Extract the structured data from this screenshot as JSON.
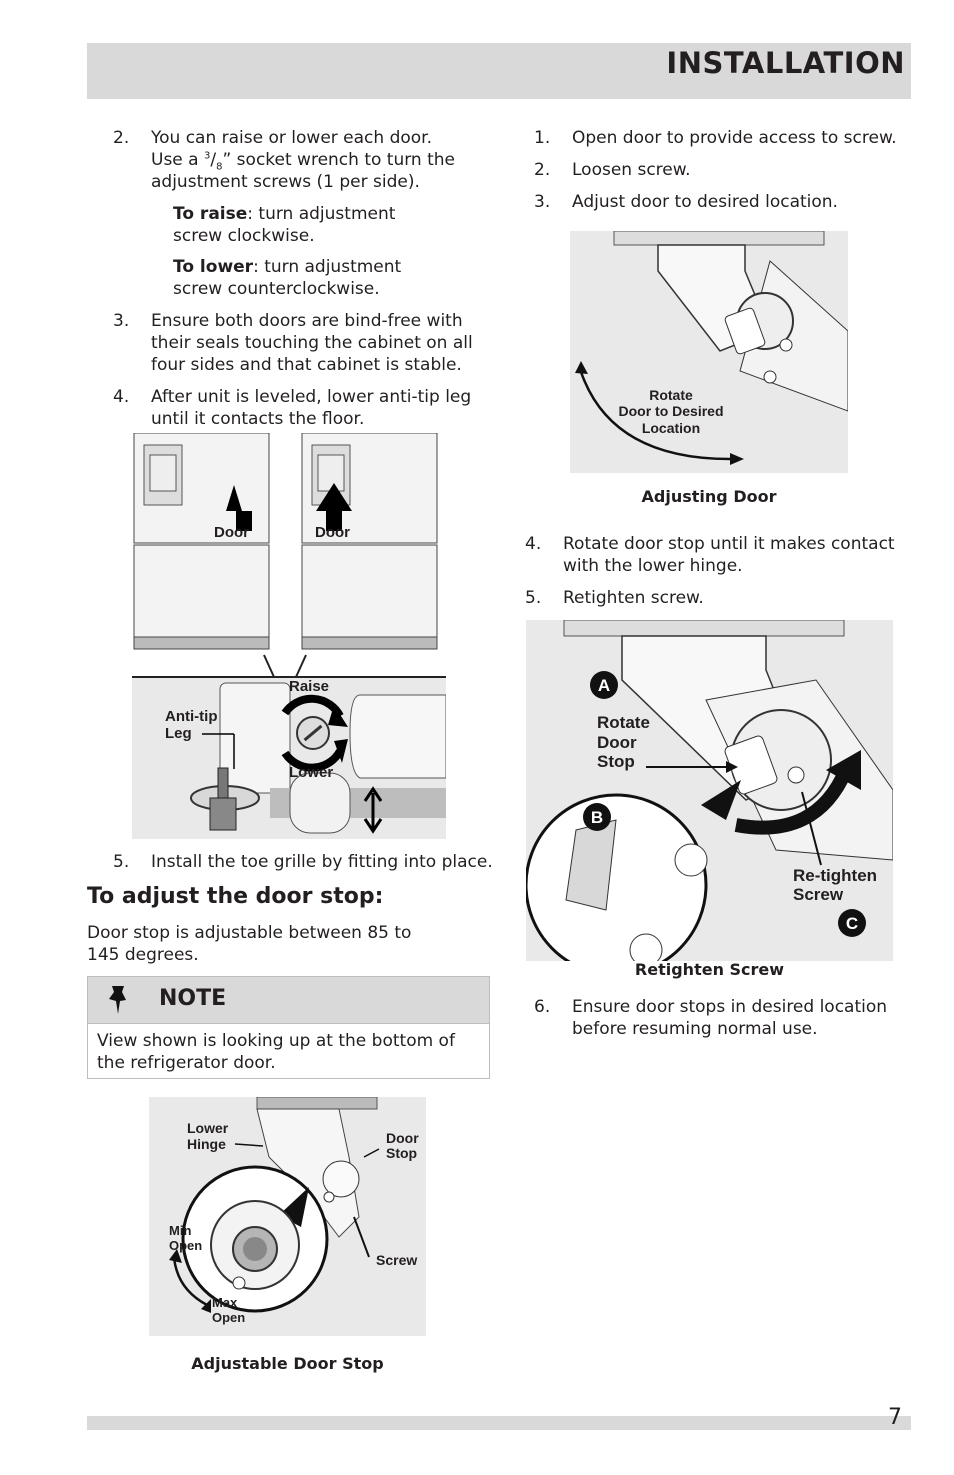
{
  "header": {
    "title": "INSTALLATION"
  },
  "left_steps": [
    {
      "num": "2.",
      "lines": [
        "You can raise or lower each door.",
        "Use a ",
        "” socket wrench to turn the",
        "adjustment screws (1 per side)."
      ],
      "frac_num": "3",
      "frac_den": "8"
    },
    {
      "num": "3.",
      "lines": [
        "Ensure both doors are bind-free with",
        "their seals touching the cabinet on all",
        "four sides and that cabinet is stable."
      ]
    },
    {
      "num": "4.",
      "lines": [
        "After unit is leveled, lower anti-tip leg",
        "until it contacts the floor."
      ]
    },
    {
      "num": "5.",
      "lines": [
        "Install the toe grille by fitting into place."
      ]
    }
  ],
  "raise_instr": {
    "label": "To raise",
    "text_1": ": turn adjustment",
    "text_2": "screw clockwise."
  },
  "lower_instr": {
    "label": "To lower",
    "text_1": ": turn adjustment",
    "text_2": "screw counterclockwise."
  },
  "fig_doors": {
    "door_left": "Door",
    "door_right": "Door",
    "raise": "Raise",
    "lower": "Lower",
    "antitip_1": "Anti-tip",
    "antitip_2": "Leg"
  },
  "door_stop_section": {
    "title": "To adjust the door stop:",
    "intro_1": "Door stop is adjustable between 85 to",
    "intro_2": "145 degrees."
  },
  "note": {
    "title": "NOTE",
    "text_1": "View shown is looking up at the bottom of",
    "text_2": "the refrigerator door.",
    "icon": "pushpin-icon"
  },
  "fig_door_stop": {
    "lower_hinge_1": "Lower",
    "lower_hinge_2": "Hinge",
    "door_stop_1": "Door",
    "door_stop_2": "Stop",
    "screw": "Screw",
    "min_1": "Min",
    "min_2": "Open",
    "max_1": "Max",
    "max_2": "Open",
    "caption": "Adjustable Door Stop"
  },
  "right_steps_a": [
    {
      "num": "1.",
      "text": "Open door to provide access to screw."
    },
    {
      "num": "2.",
      "text": "Loosen screw."
    },
    {
      "num": "3.",
      "text": "Adjust door to desired location."
    }
  ],
  "fig_adjusting": {
    "label_1": "Rotate",
    "label_2": "Door to Desired",
    "label_3": "Location",
    "caption": "Adjusting Door"
  },
  "right_steps_b": [
    {
      "num": "4.",
      "lines": [
        "Rotate door stop until it makes contact",
        "with the lower hinge."
      ]
    },
    {
      "num": "5.",
      "lines": [
        "Retighten screw."
      ]
    }
  ],
  "fig_retighten": {
    "badge_a": "A",
    "badge_b": "B",
    "badge_c": "C",
    "rotate_1": "Rotate",
    "rotate_2": "Door",
    "rotate_3": "Stop",
    "retighten_1": "Re-tighten",
    "retighten_2": "Screw",
    "caption": "Retighten Screw"
  },
  "right_step_6": {
    "num": "6.",
    "lines": [
      "Ensure door stops in desired location",
      "before resuming normal use."
    ]
  },
  "footer": {
    "page_number": "7"
  }
}
